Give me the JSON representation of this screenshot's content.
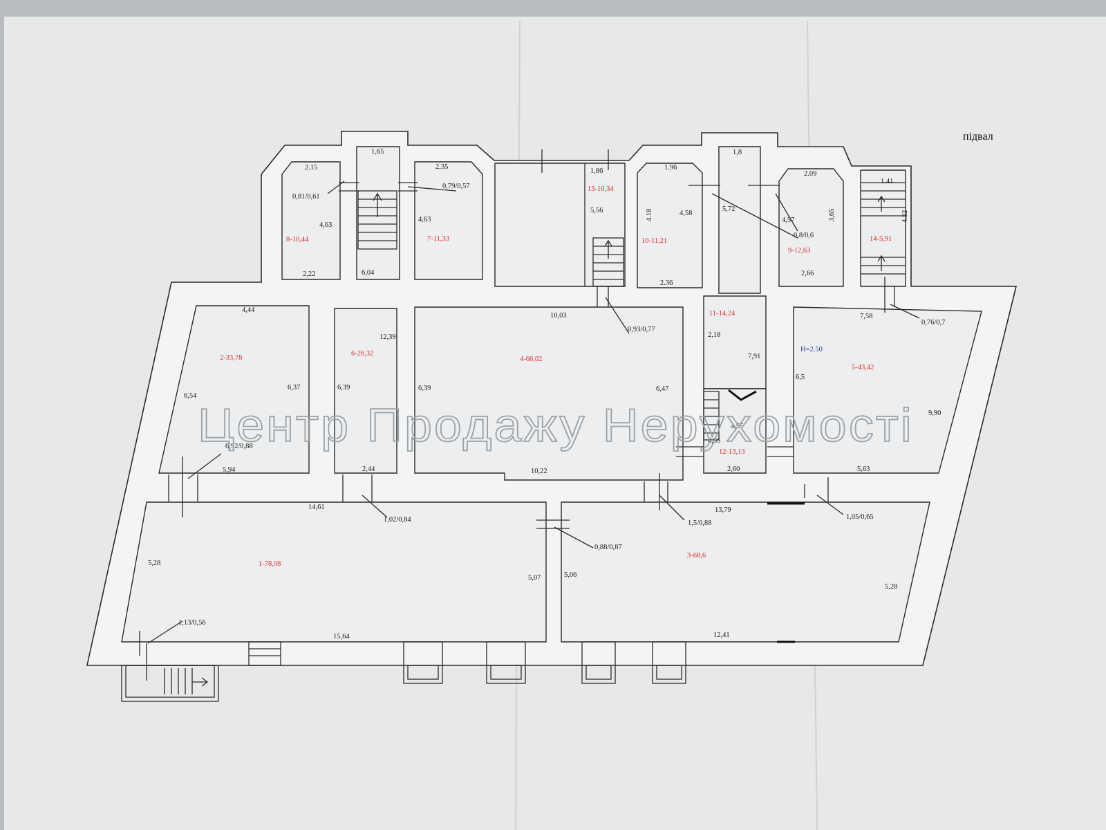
{
  "title": "підвал",
  "height_note": "H=2.50",
  "watermark": "Центр Продажу Нерухомості",
  "rooms": {
    "r1": "1-78,08",
    "r2": "2-33,78",
    "r3": "3-68,6",
    "r4": "4-66,02",
    "r5": "5-43,42",
    "r6": "6-26,32",
    "r7": "7-11,33",
    "r8": "8-10,44",
    "r9": "9-12,63",
    "r10": "10-11,21",
    "r11": "11-14,24",
    "r12": "12-13,13",
    "r13": "13-10,34",
    "r14": "14-5,91"
  },
  "dims": {
    "d01": "2.15",
    "d02": "1,65",
    "d03": "2,35",
    "d04": "1,86",
    "d05": "1.96",
    "d06": "1,8",
    "d07": "2.09",
    "d08": "0,81/0,61",
    "d09": "0,79/0,57",
    "d10": "4,63",
    "d11": "4,63",
    "d12": "5,56",
    "d13": "4.18",
    "d14": "4,58",
    "d15": "5,72",
    "d16": "4,57",
    "d17": "0,8/0,6",
    "d18": "3,65",
    "d19": "1.41",
    "d20": "4.22",
    "d21": "2,22",
    "d22": "6,04",
    "d23": "2.36",
    "d24": "2,66",
    "d25": "4,44",
    "d26": "10,03",
    "d27": "0,93/0,77",
    "d28": "7,58",
    "d29": "0,76/0,7",
    "d30": "12,39",
    "d31": "2,18",
    "d32": "7,91",
    "d33": "6,5",
    "d34": "6,54",
    "d35": "6,37",
    "d36": "6,39",
    "d37": "6,39",
    "d38": "6,47",
    "d39": "9,90",
    "d40": "4,55",
    "d41": "4,55",
    "d42": "6,92/0,88",
    "d43": "5,94",
    "d44": "2,44",
    "d45": "10,22",
    "d46": "2,60",
    "d47": "5,63",
    "d48": "14,61",
    "d49": "1,02/0,84",
    "d50": "13,79",
    "d51": "1,5/0,88",
    "d52": "1,05/0,65",
    "d53": "0,88/0,87",
    "d54": "5,28",
    "d55": "5,07",
    "d56": "5,06",
    "d57": "5,28",
    "d58": "1,13/0,56",
    "d59": "15,64",
    "d60": "12,41"
  }
}
